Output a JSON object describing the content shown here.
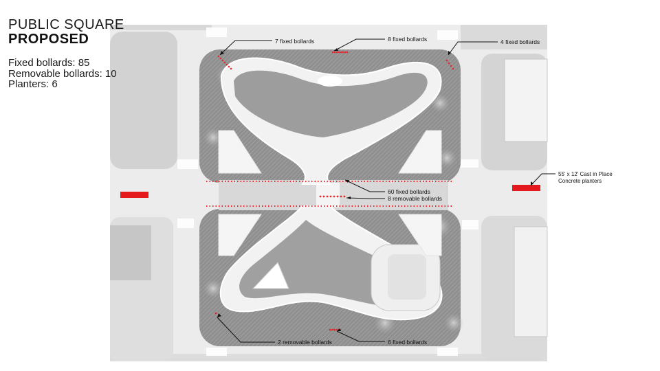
{
  "header": {
    "title_line1": "PUBLIC SQUARE",
    "title_line2": "PROPOSED"
  },
  "stats": [
    "Fixed bollards: 85",
    "Removable bollards: 10",
    "Planters: 6"
  ],
  "callouts": {
    "north_left": "7 fixed bollards",
    "north_mid": "8 fixed bollards",
    "north_right": "4 fixed bollards",
    "center_fixed": "60 fixed bollards",
    "center_removable": "8 removable bollards",
    "planter_line1": "55' x 12' Cast in Place",
    "planter_line2": "Concrete  planters",
    "south_left": "2 removable bollards",
    "south_right": "6 fixed bollards"
  },
  "colors": {
    "bollard": "#e8262c",
    "planter": "#e3191e",
    "paving": "#9a9a9a",
    "street": "#ececec"
  }
}
